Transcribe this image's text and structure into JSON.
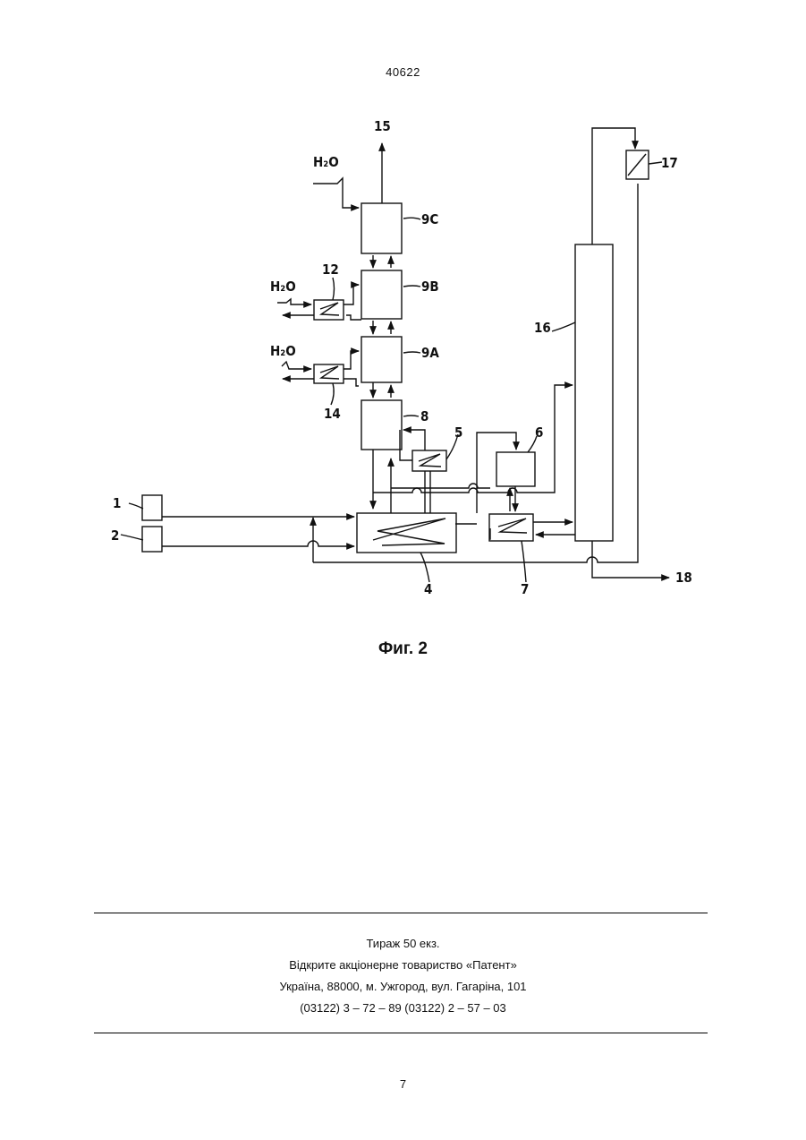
{
  "header": {
    "patent_number": "40622"
  },
  "figure": {
    "caption": "Фиг. 2",
    "labels": {
      "l1": "1",
      "l2": "2",
      "l4": "4",
      "l5": "5",
      "l6": "6",
      "l7": "7",
      "l8": "8",
      "l9a": "9A",
      "l9b": "9B",
      "l9c": "9C",
      "l12": "12",
      "l14": "14",
      "l15": "15",
      "l16": "16",
      "l17": "17",
      "l18": "18",
      "h2o": "H₂O"
    }
  },
  "footer": {
    "lines": [
      "Тираж 50 екз.",
      "Відкрите акціонерне товариство «Патент»",
      "Україна, 88000, м. Ужгород, вул. Гагаріна, 101",
      "(03122) 3 – 72 – 89   (03122) 2 – 57 – 03"
    ],
    "page_number": "7"
  }
}
